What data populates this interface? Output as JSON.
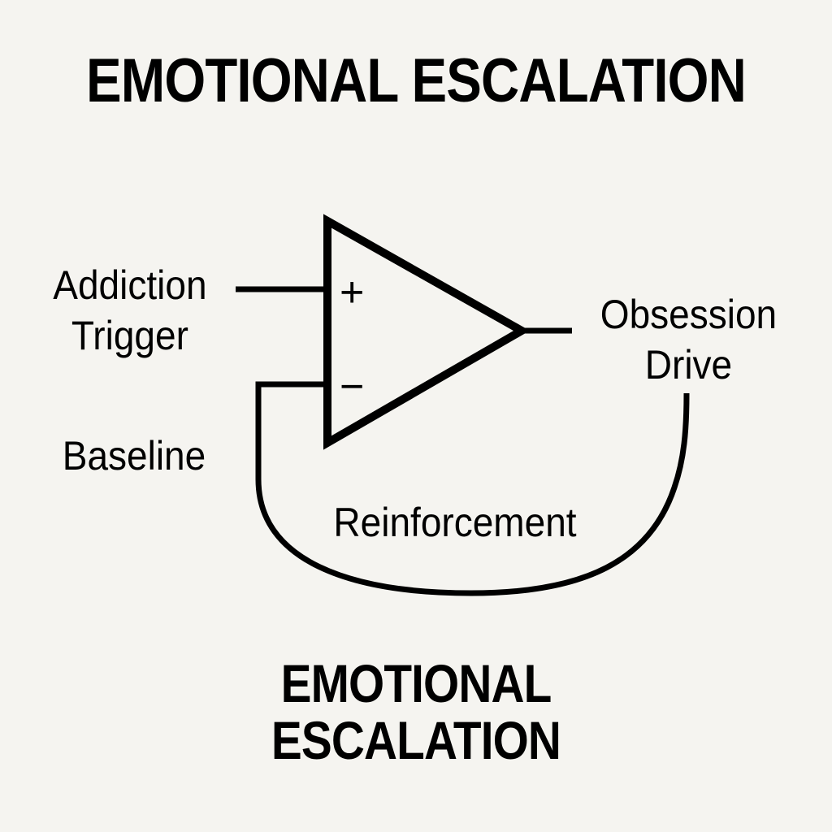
{
  "title": "EMOTIONAL ESCALATION",
  "bottom_title": {
    "line1": "EMOTIONAL",
    "line2": "ESCALATION"
  },
  "amplifier": {
    "plus_symbol": "+",
    "minus_symbol": "−"
  },
  "labels": {
    "input": {
      "line1": "Addiction",
      "line2": "Trigger"
    },
    "output": {
      "line1": "Obsession",
      "line2": "Drive"
    },
    "baseline": "Baseline",
    "feedback": "Reinforcement"
  },
  "colors": {
    "background": "#f5f4f0",
    "ink": "#000000"
  }
}
